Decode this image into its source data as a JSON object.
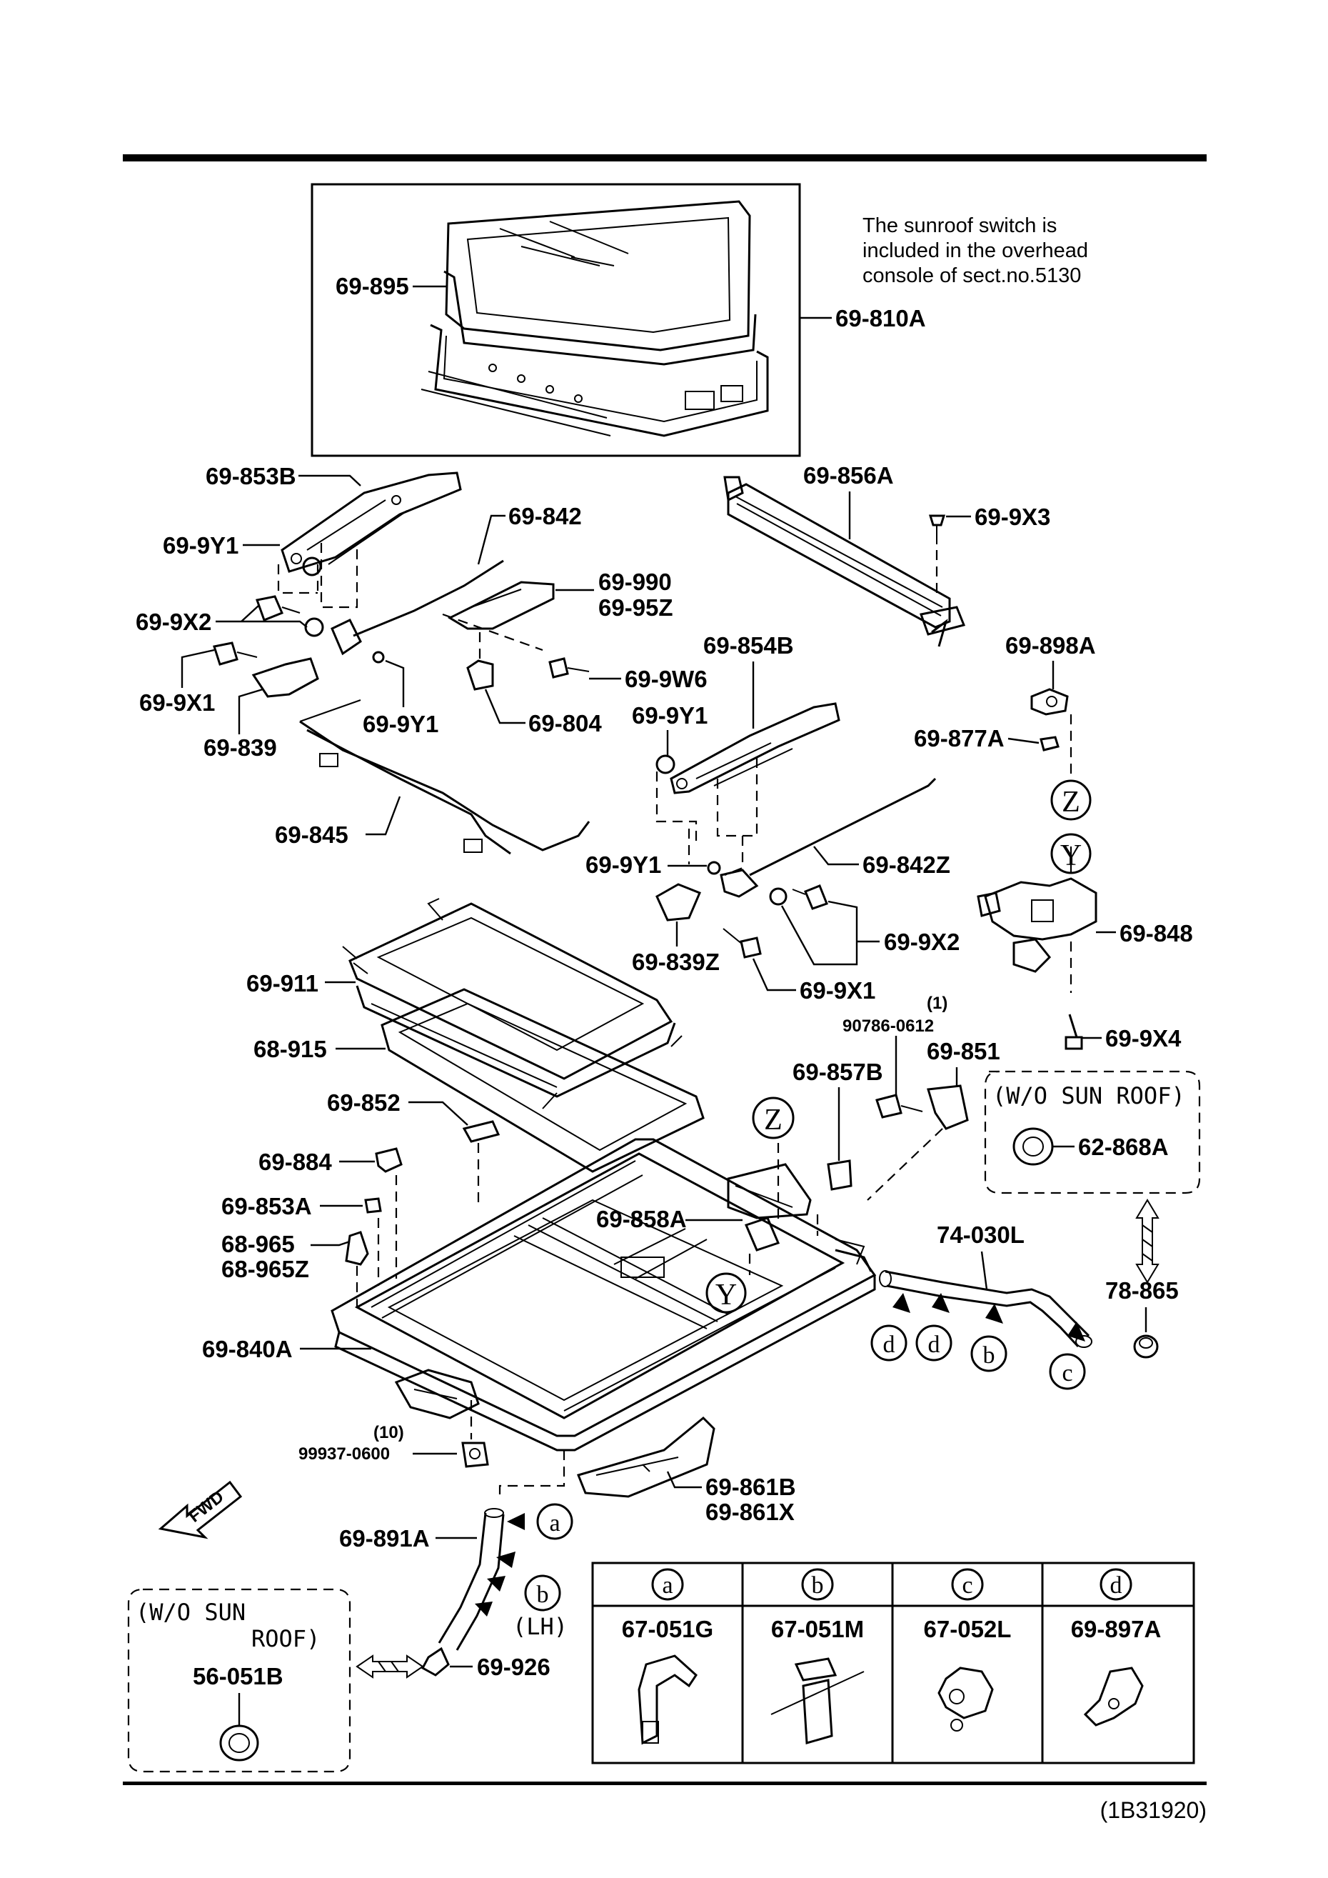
{
  "note": [
    "The sunroof switch is",
    "included in the overhead",
    "console of sect.no.5130"
  ],
  "parts": {
    "p69_895": "69-895",
    "p69_810A": "69-810A",
    "p69_853B": "69-853B",
    "p69_9Y1_a": "69-9Y1",
    "p69_842": "69-842",
    "p69_990": "69-990",
    "p69_95Z": "69-95Z",
    "p69_9X2_a": "69-9X2",
    "p69_9W6": "69-9W6",
    "p69_9X1_a": "69-9X1",
    "p69_839": "69-839",
    "p69_9Y1_b": "69-9Y1",
    "p69_804": "69-804",
    "p69_856A": "69-856A",
    "p69_9X3": "69-9X3",
    "p69_898A": "69-898A",
    "p69_854B": "69-854B",
    "p69_9Y1_c": "69-9Y1",
    "p69_877A": "69-877A",
    "p69_845": "69-845",
    "p69_9Y1_d": "69-9Y1",
    "p69_842Z": "69-842Z",
    "p69_848": "69-848",
    "p69_9X2_b": "69-9X2",
    "p69_839Z": "69-839Z",
    "p69_9X1_b": "69-9X1",
    "p69_911": "69-911",
    "p68_915": "68-915",
    "qty_1": "(1)",
    "p90786_0612": "90786-0612",
    "p69_9X4": "69-9X4",
    "p69_857B": "69-857B",
    "p69_851": "69-851",
    "p69_852": "69-852",
    "p62_868A": "62-868A",
    "p69_884": "69-884",
    "p69_853A": "69-853A",
    "p69_858A": "69-858A",
    "p74_030L": "74-030L",
    "p68_965": "68-965",
    "p68_965Z": "68-965Z",
    "p78_865": "78-865",
    "p69_840A": "69-840A",
    "qty_10": "(10)",
    "p99937_0600": "99937-0600",
    "p69_861B": "69-861B",
    "p69_861X": "69-861X",
    "p69_891A": "69-891A",
    "p69_926": "69-926",
    "p56_051B": "56-051B"
  },
  "wo_sunroof_right": "(W/O SUN ROOF)",
  "wo_sunroof_left": [
    "(W/O  SUN",
    "ROOF)"
  ],
  "lh": "(LH)",
  "fwd": "FWD",
  "markers": {
    "z": "Z",
    "y": "Y",
    "a": "a",
    "b": "b",
    "c": "c",
    "d": "d"
  },
  "legend": [
    {
      "key": "a",
      "part": "67-051G"
    },
    {
      "key": "b",
      "part": "67-051M"
    },
    {
      "key": "c",
      "part": "67-052L"
    },
    {
      "key": "d",
      "part": "69-897A"
    }
  ],
  "ref_code": "(1B31920)"
}
